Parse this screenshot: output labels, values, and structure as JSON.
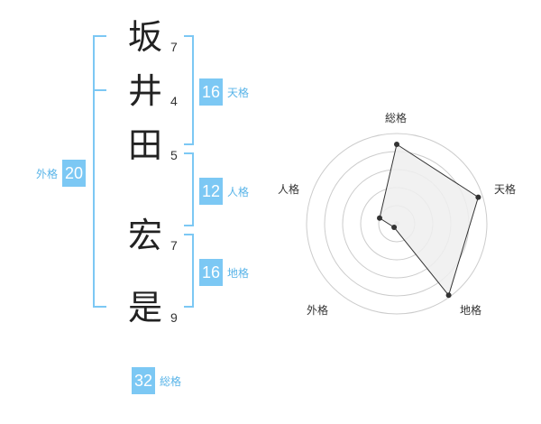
{
  "name": {
    "chars": [
      {
        "char": "坂",
        "strokes": "7"
      },
      {
        "char": "井",
        "strokes": "4"
      },
      {
        "char": "田",
        "strokes": "5"
      },
      {
        "char": "宏",
        "strokes": "7"
      },
      {
        "char": "是",
        "strokes": "9"
      }
    ]
  },
  "kaku": {
    "tenkaku": {
      "value": "16",
      "label": "天格"
    },
    "jinkaku": {
      "value": "12",
      "label": "人格"
    },
    "chikaku": {
      "value": "16",
      "label": "地格"
    },
    "gaikaku": {
      "value": "20",
      "label": "外格"
    },
    "soukaku": {
      "value": "32",
      "label": "総格"
    }
  },
  "colors": {
    "accent": "#7cc8f4",
    "accent_text": "#59b4e8",
    "bracket": "#7cc8f4",
    "radar_fill": "#eeeeee",
    "radar_line": "#333333",
    "grid": "#cccccc"
  },
  "radar": {
    "axes": [
      "総格",
      "天格",
      "地格",
      "外格",
      "人格"
    ],
    "values": [
      0.88,
      0.95,
      0.98,
      0.05,
      0.2
    ],
    "rings": 5
  }
}
